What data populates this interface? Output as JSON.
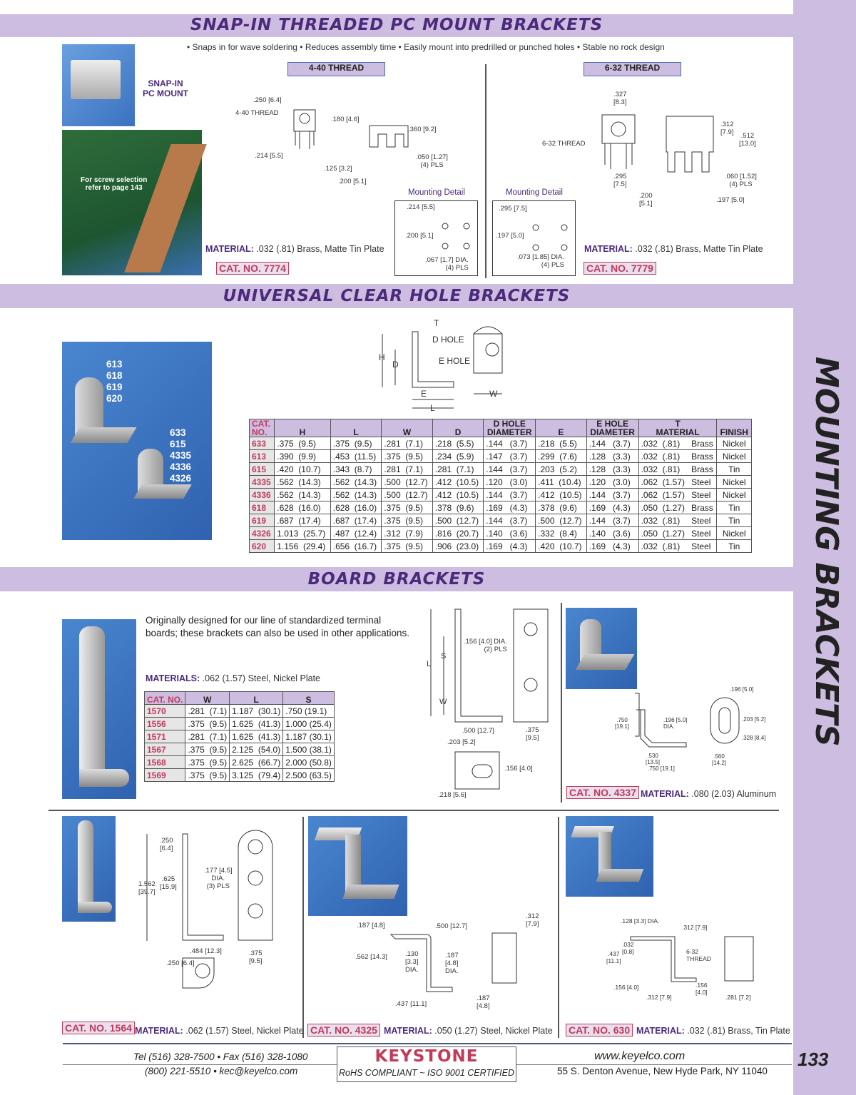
{
  "sidebar": {
    "title": "MOUNTING BRACKETS",
    "page_number": "133"
  },
  "sections": {
    "snap": {
      "title": "SNAP-IN THREADED PC MOUNT BRACKETS",
      "features": "• Snaps in for wave soldering • Reduces assembly time • Easily mount into predrilled or punched holes • Stable no rock design",
      "photo_label": "SNAP-IN\nPC MOUNT",
      "screw_note": "For screw selection\nrefer to page 143",
      "left": {
        "thread": "4-40 THREAD",
        "dims": [
          ".250 [6.4]",
          "4-40 THREAD",
          ".180 [4.6]",
          ".360 [9.2]",
          ".214 [5.5]",
          ".050 [1.27]\n(4) PLS",
          ".125 [3.2]",
          ".200 [5.1]"
        ],
        "mounting_title": "Mounting Detail",
        "mounting_dims": [
          ".214 [5.5]",
          ".200 [5.1]",
          ".067 [1.7] DIA.\n(4) PLS"
        ],
        "material_label": "MATERIAL:",
        "material": ".032 (.81) Brass, Matte Tin Plate",
        "cat": "CAT. NO. 7774"
      },
      "right": {
        "thread": "6-32 THREAD",
        "dims": [
          ".327\n[8.3]",
          "6-32 THREAD",
          ".312\n[7.9]",
          ".512\n[13.0]",
          ".295\n[7.5]",
          ".060 [1.52]\n(4) PLS",
          ".200\n[5.1]",
          ".197 [5.0]"
        ],
        "mounting_title": "Mounting Detail",
        "mounting_dims": [
          ".295 [7.5]",
          ".197 [5.0]",
          ".073 [1.85] DIA.\n(4) PLS"
        ],
        "material_label": "MATERIAL:",
        "material": ".032 (.81) Brass, Matte Tin Plate",
        "cat": "CAT. NO. 7779"
      }
    },
    "universal": {
      "title": "UNIVERSAL CLEAR HOLE BRACKETS",
      "photo_labels_a": "613\n618\n619\n620",
      "photo_labels_b": "633\n615\n4335\n4336\n4326",
      "diagram_labels": [
        "T",
        "D HOLE",
        "H",
        "D",
        "E HOLE",
        "E",
        "L",
        "W"
      ],
      "headers": [
        "CAT.\nNO.",
        "H",
        "L",
        "W",
        "D",
        "D HOLE\nDIAMETER",
        "E",
        "E HOLE\nDIAMETER",
        "T\nMATERIAL",
        "",
        "FINISH"
      ],
      "rows": [
        [
          "633",
          ".375  (9.5)",
          ".375  (9.5)",
          ".281  (7.1)",
          ".218  (5.5)",
          ".144   (3.7)",
          ".218  (5.5)",
          ".144   (3.7)",
          ".032  (.81)",
          "Brass",
          "Nickel"
        ],
        [
          "613",
          ".390  (9.9)",
          ".453  (11.5)",
          ".375  (9.5)",
          ".234  (5.9)",
          ".147   (3.7)",
          ".299  (7.6)",
          ".128   (3.3)",
          ".032  (.81)",
          "Brass",
          "Nickel"
        ],
        [
          "615",
          ".420  (10.7)",
          ".343  (8.7)",
          ".281  (7.1)",
          ".281  (7.1)",
          ".144   (3.7)",
          ".203  (5.2)",
          ".128   (3.3)",
          ".032  (.81)",
          "Brass",
          "Tin"
        ],
        [
          "4335",
          ".562  (14.3)",
          ".562  (14.3)",
          ".500  (12.7)",
          ".412  (10.5)",
          ".120   (3.0)",
          ".411  (10.4)",
          ".120   (3.0)",
          ".062  (1.57)",
          "Steel",
          "Nickel"
        ],
        [
          "4336",
          ".562  (14.3)",
          ".562  (14.3)",
          ".500  (12.7)",
          ".412  (10.5)",
          ".144   (3.7)",
          ".412  (10.5)",
          ".144   (3.7)",
          ".062  (1.57)",
          "Steel",
          "Nickel"
        ],
        [
          "618",
          ".628  (16.0)",
          ".628  (16.0)",
          ".375  (9.5)",
          ".378  (9.6)",
          ".169   (4.3)",
          ".378  (9.6)",
          ".169   (4.3)",
          ".050  (1.27)",
          "Brass",
          "Tin"
        ],
        [
          "619",
          ".687  (17.4)",
          ".687  (17.4)",
          ".375  (9.5)",
          ".500  (12.7)",
          ".144   (3.7)",
          ".500  (12.7)",
          ".144   (3.7)",
          ".032  (.81)",
          "Steel",
          "Tin"
        ],
        [
          "4326",
          "1.013  (25.7)",
          ".487  (12.4)",
          ".312  (7.9)",
          ".816  (20.7)",
          ".140   (3.6)",
          ".332  (8.4)",
          ".140   (3.6)",
          ".050  (1.27)",
          "Steel",
          "Nickel"
        ],
        [
          "620",
          "1.156  (29.4)",
          ".656  (16.7)",
          ".375  (9.5)",
          ".906  (23.0)",
          ".169   (4.3)",
          ".420  (10.7)",
          ".169   (4.3)",
          ".032  (.81)",
          "Steel",
          "Tin"
        ]
      ]
    },
    "board": {
      "title": "BOARD BRACKETS",
      "intro": "Originally designed for our line of standardized terminal boards; these brackets can also be used in other applications.",
      "materials_label": "MATERIALS:",
      "materials": ".062 (1.57) Steel, Nickel Plate",
      "headers": [
        "CAT. NO.",
        "W",
        "L",
        "S"
      ],
      "rows": [
        [
          "1570",
          ".281  (7.1)",
          "1.187  (30.1)",
          ".750 (19.1)"
        ],
        [
          "1556",
          ".375  (9.5)",
          "1.625  (41.3)",
          "1.000 (25.4)"
        ],
        [
          "1571",
          ".281  (7.1)",
          "1.625  (41.3)",
          "1.187 (30.1)"
        ],
        [
          "1567",
          ".375  (9.5)",
          "2.125  (54.0)",
          "1.500 (38.1)"
        ],
        [
          "1568",
          ".375  (9.5)",
          "2.625  (66.7)",
          "2.000 (50.8)"
        ],
        [
          "1569",
          ".375  (9.5)",
          "3.125  (79.4)",
          "2.500 (63.5)"
        ]
      ],
      "diagram_dims": [
        "L",
        "S",
        "W",
        ".156 [4.0] DIA.\n(2) PLS",
        ".500 [12.7]",
        ".375\n[9.5]",
        ".203 [5.2]",
        ".156 [4.0]",
        ".218 [5.6]"
      ],
      "b4337": {
        "dims": [
          ".196 [5.0]",
          ".750\n[19.1]",
          ".196 [5.0]\nDIA.",
          ".203 [5.2]",
          ".328 [8.4]",
          ".530\n[13.5]",
          ".750 [19.1]",
          ".560\n[14.2]"
        ],
        "cat": "CAT. NO. 4337",
        "material_label": "MATERIAL:",
        "material": ".080 (2.03) Aluminum"
      },
      "b1564": {
        "dims": [
          ".250\n[6.4]",
          ".625\n[15.9]",
          "1.562\n[39.7]",
          ".177 [4.5]\nDIA.\n(3) PLS",
          ".484 [12.3]",
          ".375\n[9.5]",
          ".250 [6.4]"
        ],
        "cat": "CAT. NO. 1564",
        "material_label": "MATERIAL:",
        "material": ".062 (1.57) Steel, Nickel Plate"
      },
      "b4325": {
        "dims": [
          ".187 [4.8]",
          ".500 [12.7]",
          ".312\n[7.9]",
          ".562 [14.3]",
          ".130\n[3.3]\nDIA.",
          ".187\n[4.8]\nDIA.",
          ".187\n[4.8]",
          ".437 [11.1]"
        ],
        "cat": "CAT. NO. 4325",
        "material_label": "MATERIAL:",
        "material": ".050 (1.27) Steel, Nickel Plate"
      },
      "b630": {
        "dims": [
          ".128 [3.3] DIA.",
          ".312 [7.9]",
          ".032\n[0.8]",
          ".437\n[11.1]",
          "6-32\nTHREAD",
          ".156 [4.0]",
          ".156\n[4.0]",
          ".312 [7.9]",
          ".281 [7.2]"
        ],
        "cat": "CAT. NO. 630",
        "material_label": "MATERIAL:",
        "material": ".032 (.81) Brass, Tin Plate"
      }
    }
  },
  "footer": {
    "phone": "Tel (516) 328-7500  •  Fax (516) 328-1080",
    "phone2": "(800) 221-5510  •  kec@keyelco.com",
    "logo": "KEYSTONE",
    "cert": "RoHS COMPLIANT  ~  ISO 9001 CERTIFIED",
    "web": "www.keyelco.com",
    "address": "55 S. Denton Avenue, New Hyde Park, NY 11040"
  },
  "colors": {
    "band": "#cdbde0",
    "title": "#4b2a7b",
    "cat": "#c23a5a",
    "photo": "#3a72c0"
  }
}
